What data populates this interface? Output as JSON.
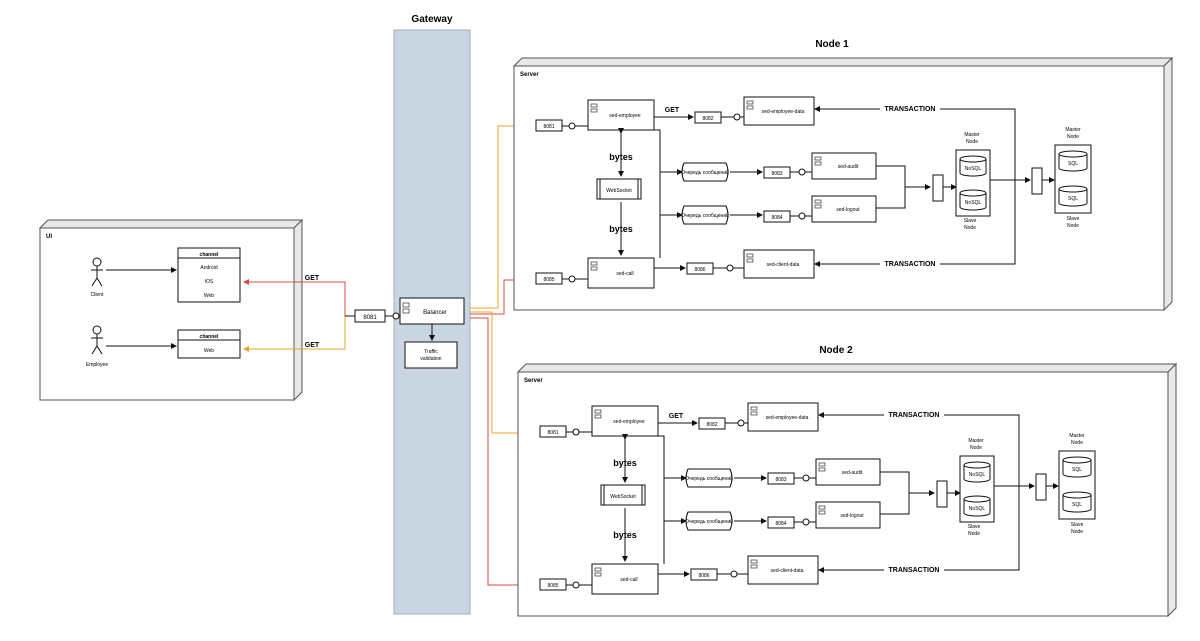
{
  "gateway": {
    "title": "Gateway",
    "balancer": "Balancer",
    "traffic_1": "Traffic",
    "traffic_2": "validation",
    "port": "8081"
  },
  "ui": {
    "title": "UI",
    "client": "Client",
    "employee": "Employee",
    "client_channel": {
      "header": "channel",
      "items": [
        "Android",
        "IOS",
        "Web"
      ]
    },
    "employee_channel": {
      "header": "channel",
      "items": [
        "Web"
      ]
    },
    "get_label": "GET"
  },
  "nodes": [
    {
      "title": "Node 1",
      "server": "Server",
      "ports": {
        "employee": "8081",
        "employee_data": "8082",
        "audit": "8083",
        "logout": "8084",
        "call": "8085",
        "client_data": "8086"
      },
      "services": {
        "employee": "sed-employee",
        "call": "sed-call",
        "employee_data": "sed-employee-data",
        "audit": "sed-audit",
        "logout": "sed-logout",
        "client_data": "sed-client-data"
      },
      "websocket": "WebSocket",
      "bytes_top": "bytes",
      "bytes_bottom": "bytes",
      "get_label": "GET",
      "transaction_top": "TRANSACTION",
      "transaction_bottom": "TRANSACTION",
      "queue_1": "Очередь сообщений",
      "queue_2": "Очередь сообщений",
      "nosql_master_1": "Master",
      "nosql_master_2": "Node",
      "nosql_slave_1": "Slave",
      "nosql_slave_2": "Node",
      "nosql": "NoSQL",
      "sql_master_1": "Master",
      "sql_master_2": "Node",
      "sql_slave_1": "Slave",
      "sql_slave_2": "Node",
      "sql": "SQL"
    },
    {
      "title": "Node 2",
      "server": "Server",
      "ports": {
        "employee": "8081",
        "employee_data": "8082",
        "audit": "8083",
        "logout": "8084",
        "call": "8085",
        "client_data": "8086"
      },
      "services": {
        "employee": "sed-employee",
        "call": "sed-call",
        "employee_data": "sed-employee-data",
        "audit": "sed-audit",
        "logout": "sed-logout",
        "client_data": "sed-client-data"
      },
      "websocket": "WebSocket",
      "bytes_top": "bytes",
      "bytes_bottom": "bytes",
      "get_label": "GET",
      "transaction_top": "TRANSACTION",
      "transaction_bottom": "TRANSACTION",
      "queue_1": "Очередь сообщений",
      "queue_2": "Очередь сообщений",
      "nosql_master_1": "Master",
      "nosql_master_2": "Node",
      "nosql_slave_1": "Slave",
      "nosql_slave_2": "Node",
      "nosql": "NoSQL",
      "sql_master_1": "Master",
      "sql_master_2": "Node",
      "sql_slave_1": "Slave",
      "sql_slave_2": "Node",
      "sql": "SQL"
    }
  ],
  "colors": {
    "gateway_fill": "#c9d6e2",
    "orange": "#e8a62a",
    "red": "#d94b3f",
    "box_side": "#e8e8e8"
  }
}
